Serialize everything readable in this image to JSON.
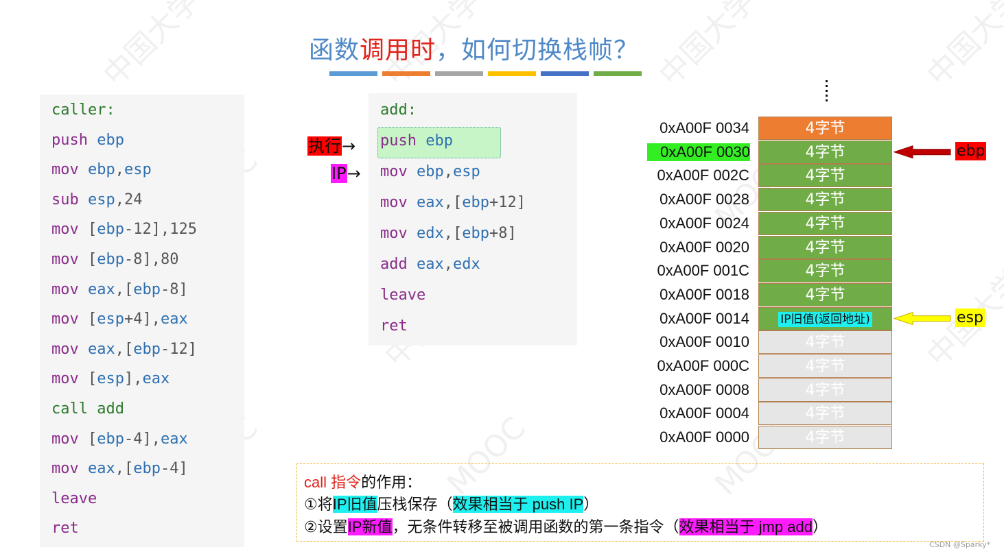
{
  "title": {
    "part1": "函数",
    "part2": "调用时",
    "part3": "，如何切换栈帧？"
  },
  "title_bar_colors": [
    "#5b9bd5",
    "#ed7d31",
    "#a5a5a5",
    "#ffc000",
    "#4472c4",
    "#70ad47"
  ],
  "caller_code": [
    {
      "kind": "label",
      "text": "caller:"
    },
    {
      "kind": "code",
      "op": "push",
      "args": [
        {
          "t": "ebp",
          "r": true
        }
      ]
    },
    {
      "kind": "code",
      "op": "mov",
      "args": [
        {
          "t": "ebp",
          "r": true
        },
        {
          "t": ",",
          "r": false
        },
        {
          "t": "esp",
          "r": true
        }
      ]
    },
    {
      "kind": "code",
      "op": "sub",
      "args": [
        {
          "t": "esp",
          "r": true
        },
        {
          "t": ",24",
          "r": false
        }
      ]
    },
    {
      "kind": "code",
      "op": "mov",
      "args": [
        {
          "t": "[",
          "r": false
        },
        {
          "t": "ebp",
          "r": true
        },
        {
          "t": "-12],125",
          "r": false
        }
      ]
    },
    {
      "kind": "code",
      "op": "mov",
      "args": [
        {
          "t": "[",
          "r": false
        },
        {
          "t": "ebp",
          "r": true
        },
        {
          "t": "-8],80",
          "r": false
        }
      ]
    },
    {
      "kind": "code",
      "op": "mov",
      "args": [
        {
          "t": "eax",
          "r": true
        },
        {
          "t": ",[",
          "r": false
        },
        {
          "t": "ebp",
          "r": true
        },
        {
          "t": "-8]",
          "r": false
        }
      ]
    },
    {
      "kind": "code",
      "op": "mov",
      "args": [
        {
          "t": "[",
          "r": false
        },
        {
          "t": "esp",
          "r": true
        },
        {
          "t": "+4],",
          "r": false
        },
        {
          "t": "eax",
          "r": true
        }
      ]
    },
    {
      "kind": "code",
      "op": "mov",
      "args": [
        {
          "t": "eax",
          "r": true
        },
        {
          "t": ",[",
          "r": false
        },
        {
          "t": "ebp",
          "r": true
        },
        {
          "t": "-12]",
          "r": false
        }
      ]
    },
    {
      "kind": "code",
      "op": "mov",
      "args": [
        {
          "t": "[",
          "r": false
        },
        {
          "t": "esp",
          "r": true
        },
        {
          "t": "],",
          "r": false
        },
        {
          "t": "eax",
          "r": true
        }
      ]
    },
    {
      "kind": "call",
      "op": "call",
      "target": "add"
    },
    {
      "kind": "code",
      "op": "mov",
      "args": [
        {
          "t": "[",
          "r": false
        },
        {
          "t": "ebp",
          "r": true
        },
        {
          "t": "-4],",
          "r": false
        },
        {
          "t": "eax",
          "r": true
        }
      ]
    },
    {
      "kind": "code",
      "op": "mov",
      "args": [
        {
          "t": "eax",
          "r": true
        },
        {
          "t": ",[",
          "r": false
        },
        {
          "t": "ebp",
          "r": true
        },
        {
          "t": "-4]",
          "r": false
        }
      ]
    },
    {
      "kind": "code",
      "op": "leave",
      "args": []
    },
    {
      "kind": "code",
      "op": "ret",
      "args": []
    }
  ],
  "add_code": [
    {
      "kind": "label",
      "text": "add:"
    },
    {
      "kind": "code",
      "op": "push",
      "args": [
        {
          "t": "ebp",
          "r": true
        }
      ]
    },
    {
      "kind": "code",
      "op": "mov",
      "args": [
        {
          "t": "ebp",
          "r": true
        },
        {
          "t": ",",
          "r": false
        },
        {
          "t": "esp",
          "r": true
        }
      ]
    },
    {
      "kind": "code",
      "op": "mov",
      "args": [
        {
          "t": "eax",
          "r": true
        },
        {
          "t": ",[",
          "r": false
        },
        {
          "t": "ebp",
          "r": true
        },
        {
          "t": "+12]",
          "r": false
        }
      ]
    },
    {
      "kind": "code",
      "op": "mov",
      "args": [
        {
          "t": "edx",
          "r": true
        },
        {
          "t": ",[",
          "r": false
        },
        {
          "t": "ebp",
          "r": true
        },
        {
          "t": "+8]",
          "r": false
        }
      ]
    },
    {
      "kind": "code",
      "op": "add",
      "args": [
        {
          "t": "eax",
          "r": true
        },
        {
          "t": ",",
          "r": false
        },
        {
          "t": "edx",
          "r": true
        }
      ]
    },
    {
      "kind": "code",
      "op": "leave",
      "args": []
    },
    {
      "kind": "code",
      "op": "ret",
      "args": []
    }
  ],
  "markers": {
    "exec": "执行",
    "ip": "IP",
    "arrow": "→"
  },
  "stack": {
    "rows": [
      {
        "addr": "0xA00F 0034",
        "cell": "4字节",
        "color": "#ed7d31",
        "state": "old"
      },
      {
        "addr": "0xA00F 0030",
        "cell": "4字节",
        "color": "#70ad47",
        "state": "frame",
        "addr_hl": "#33ee22"
      },
      {
        "addr": "0xA00F 002C",
        "cell": "4字节",
        "color": "#70ad47",
        "state": "frame"
      },
      {
        "addr": "0xA00F 0028",
        "cell": "4字节",
        "color": "#70ad47",
        "state": "frame"
      },
      {
        "addr": "0xA00F 0024",
        "cell": "4字节",
        "color": "#70ad47",
        "state": "frame"
      },
      {
        "addr": "0xA00F 0020",
        "cell": "4字节",
        "color": "#70ad47",
        "state": "frame"
      },
      {
        "addr": "0xA00F 001C",
        "cell": "4字节",
        "color": "#70ad47",
        "state": "frame"
      },
      {
        "addr": "0xA00F 0018",
        "cell": "4字节",
        "color": "#70ad47",
        "state": "frame"
      },
      {
        "addr": "0xA00F 0014",
        "cell": "IP旧值(返回地址)",
        "color": "#70ad47",
        "state": "ret"
      },
      {
        "addr": "0xA00F 0010",
        "cell": "4字节",
        "color": "#e6e6e6",
        "state": "free"
      },
      {
        "addr": "0xA00F 000C",
        "cell": "4字节",
        "color": "#e6e6e6",
        "state": "free"
      },
      {
        "addr": "0xA00F 0008",
        "cell": "4字节",
        "color": "#e6e6e6",
        "state": "free"
      },
      {
        "addr": "0xA00F 0004",
        "cell": "4字节",
        "color": "#e6e6e6",
        "state": "free"
      },
      {
        "addr": "0xA00F 0000",
        "cell": "4字节",
        "color": "#e6e6e6",
        "state": "free"
      }
    ],
    "pointers": [
      {
        "label": "ebp",
        "row": 1,
        "bg": "#ff0000",
        "arrow_color": "#c00000"
      },
      {
        "label": "esp",
        "row": 8,
        "bg": "#ffff00",
        "arrow_color": "#ffff00"
      }
    ]
  },
  "note": {
    "line1_a": "call 指令",
    "line1_b": "的作用：",
    "line2_a": "①将",
    "line2_b": "IP旧值",
    "line2_c": "压栈保存（",
    "line2_d": "效果相当于 push IP",
    "line2_e": "）",
    "line3_a": "②设置",
    "line3_b": "IP新值",
    "line3_c": "，无条件转移至被调用函数的第一条指令（",
    "line3_d": "效果相当于 jmp add",
    "line3_e": "）"
  },
  "credit": "CSDN @Sparky*"
}
